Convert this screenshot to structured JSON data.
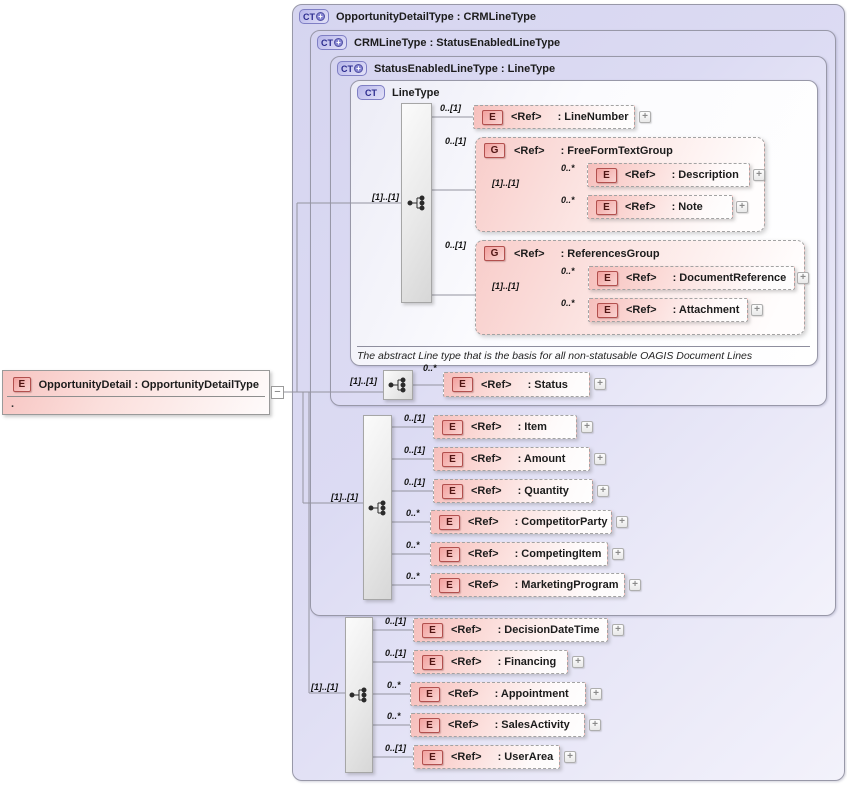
{
  "left_element": {
    "badge": "E",
    "title": "OpportunityDetail : OpportunityDetailType",
    "detail_dot": "."
  },
  "boxes": {
    "opportunity_detail_type": {
      "badge": "CT",
      "title": "OpportunityDetailType : CRMLineType"
    },
    "crm_line_type": {
      "badge": "CT",
      "title": "CRMLineType : StatusEnabledLineType"
    },
    "status_enabled_line_type": {
      "badge": "CT",
      "title": "StatusEnabledLineType : LineType"
    },
    "line_type": {
      "badge": "CT",
      "title": "LineType",
      "annotation": "The abstract Line type that is the basis for all non-statusable OAGIS Document Lines"
    }
  },
  "seq_cards": {
    "line_type": "[1]..[1]",
    "status": "[1]..[1]",
    "crm": "[1]..[1]",
    "opportunity": "[1]..[1]",
    "free_form_text_group": "[1]..[1]",
    "references_group": "[1]..[1]"
  },
  "els": {
    "lineNumber": {
      "card": "0..[1]",
      "badge": "E",
      "ref": "<Ref>",
      "name": ": LineNumber"
    },
    "freeFormTextGroup": {
      "card": "0..[1]",
      "badge": "G",
      "ref": "<Ref>",
      "name": ": FreeFormTextGroup"
    },
    "description": {
      "card": "0..*",
      "badge": "E",
      "ref": "<Ref>",
      "name": ": Description"
    },
    "note": {
      "card": "0..*",
      "badge": "E",
      "ref": "<Ref>",
      "name": ": Note"
    },
    "referencesGroup": {
      "card": "0..[1]",
      "badge": "G",
      "ref": "<Ref>",
      "name": ": ReferencesGroup"
    },
    "documentReference": {
      "card": "0..*",
      "badge": "E",
      "ref": "<Ref>",
      "name": ": DocumentReference"
    },
    "attachment": {
      "card": "0..*",
      "badge": "E",
      "ref": "<Ref>",
      "name": ": Attachment"
    },
    "status": {
      "card": "0..*",
      "badge": "E",
      "ref": "<Ref>",
      "name": ": Status"
    },
    "item": {
      "card": "0..[1]",
      "badge": "E",
      "ref": "<Ref>",
      "name": ": Item"
    },
    "amount": {
      "card": "0..[1]",
      "badge": "E",
      "ref": "<Ref>",
      "name": ": Amount"
    },
    "quantity": {
      "card": "0..[1]",
      "badge": "E",
      "ref": "<Ref>",
      "name": ": Quantity"
    },
    "competitorParty": {
      "card": "0..*",
      "badge": "E",
      "ref": "<Ref>",
      "name": ": CompetitorParty"
    },
    "competingItem": {
      "card": "0..*",
      "badge": "E",
      "ref": "<Ref>",
      "name": ": CompetingItem"
    },
    "marketingProgram": {
      "card": "0..*",
      "badge": "E",
      "ref": "<Ref>",
      "name": ": MarketingProgram"
    },
    "decisionDateTime": {
      "card": "0..[1]",
      "badge": "E",
      "ref": "<Ref>",
      "name": ": DecisionDateTime"
    },
    "financing": {
      "card": "0..[1]",
      "badge": "E",
      "ref": "<Ref>",
      "name": ": Financing"
    },
    "appointment": {
      "card": "0..*",
      "badge": "E",
      "ref": "<Ref>",
      "name": ": Appointment"
    },
    "salesActivity": {
      "card": "0..*",
      "badge": "E",
      "ref": "<Ref>",
      "name": ": SalesActivity"
    },
    "userArea": {
      "card": "0..[1]",
      "badge": "E",
      "ref": "<Ref>",
      "name": ": UserArea"
    }
  },
  "icons": {
    "expand": "+",
    "collapse": "−",
    "derive_plus": "+"
  },
  "colors": {
    "type_box_fill": "#dcdbf3",
    "element_fill": "#f6bfbc",
    "element_badge_border": "#b2504e",
    "type_badge_border": "#7f7fc4",
    "connector": "#94949f"
  }
}
